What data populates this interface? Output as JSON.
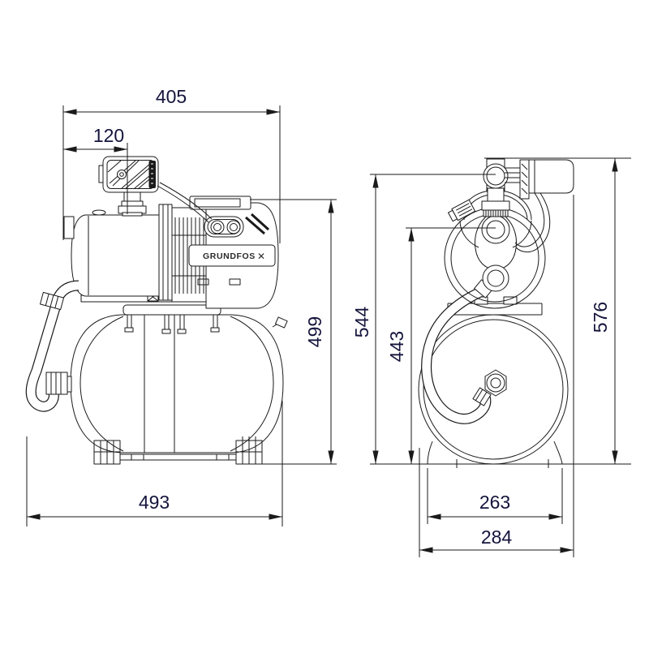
{
  "colors": {
    "background": "#ffffff",
    "line": "#1a1a1a",
    "dimension_text": "#14143c"
  },
  "brand": {
    "logo_text": "GRUNDFOS",
    "logo_mark": "✕"
  },
  "dimensions": {
    "side_view": {
      "overall_length": "405",
      "pressure_switch_offset": "120",
      "height_to_motor_top": "499",
      "base_length": "493"
    },
    "front_view": {
      "height_to_pipe_center": "544",
      "height_to_port_center": "443",
      "overall_height": "576",
      "base_width": "263",
      "overall_width": "284"
    }
  }
}
